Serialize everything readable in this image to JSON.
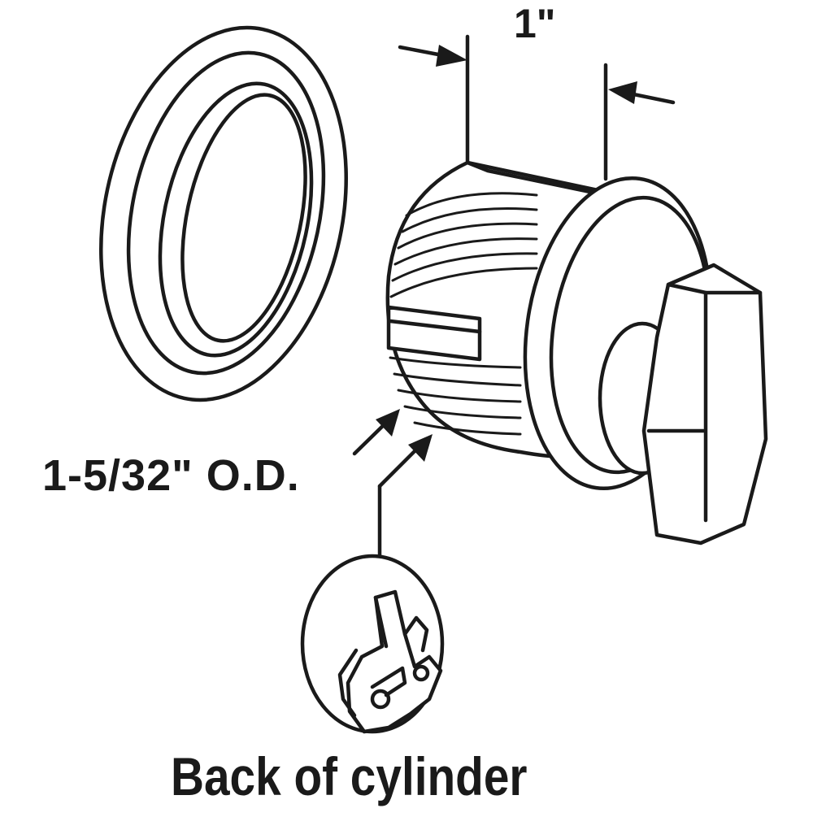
{
  "labels": {
    "length_dimension": "1\"",
    "outer_diameter": "1-5/32\" O.D.",
    "caption": "Back of cylinder"
  },
  "colors": {
    "line": "#1a1a1a",
    "background": "#ffffff"
  }
}
